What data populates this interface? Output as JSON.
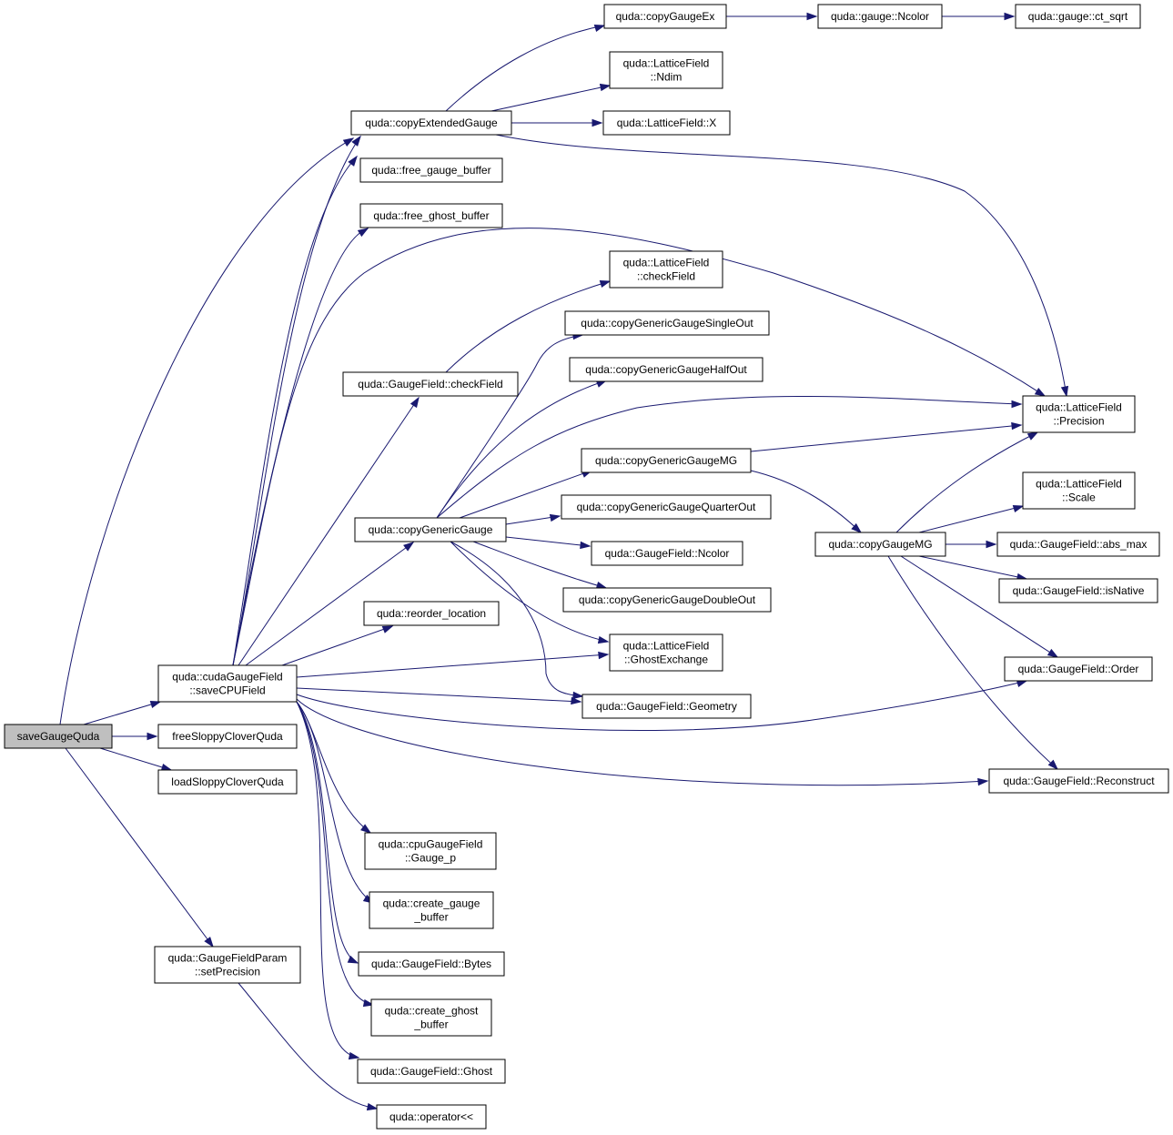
{
  "colors": {
    "edge": "#191970",
    "root_fill": "#bfbfbf",
    "node_fill": "#ffffff",
    "border": "#000000"
  },
  "nodes": {
    "saveGaugeQuda": [
      "saveGaugeQuda"
    ],
    "saveCPUField": [
      "quda::cudaGaugeField",
      "::saveCPUField"
    ],
    "freeSloppyCloverQuda": [
      "freeSloppyCloverQuda"
    ],
    "loadSloppyCloverQuda": [
      "loadSloppyCloverQuda"
    ],
    "setPrecision": [
      "quda::GaugeFieldParam",
      "::setPrecision"
    ],
    "copyExtendedGauge": [
      "quda::copyExtendedGauge"
    ],
    "free_gauge_buffer": [
      "quda::free_gauge_buffer"
    ],
    "free_ghost_buffer": [
      "quda::free_ghost_buffer"
    ],
    "gf_checkField": [
      "quda::GaugeField::checkField"
    ],
    "copyGenericGauge": [
      "quda::copyGenericGauge"
    ],
    "reorder_location": [
      "quda::reorder_location"
    ],
    "cpu_gauge_p": [
      "quda::cpuGaugeField",
      "::Gauge_p"
    ],
    "create_gauge_buffer": [
      "quda::create_gauge",
      "_buffer"
    ],
    "gf_bytes": [
      "quda::GaugeField::Bytes"
    ],
    "create_ghost_buffer": [
      "quda::create_ghost",
      "_buffer"
    ],
    "gf_ghost": [
      "quda::GaugeField::Ghost"
    ],
    "operator_ll": [
      "quda::operator<<"
    ],
    "copyGaugeEx": [
      "quda::copyGaugeEx"
    ],
    "lf_ndim": [
      "quda::LatticeField",
      "::Ndim"
    ],
    "lf_x": [
      "quda::LatticeField::X"
    ],
    "lf_checkField": [
      "quda::LatticeField",
      "::checkField"
    ],
    "cgg_single": [
      "quda::copyGenericGaugeSingleOut"
    ],
    "cgg_half": [
      "quda::copyGenericGaugeHalfOut"
    ],
    "cgg_mg": [
      "quda::copyGenericGaugeMG"
    ],
    "cgg_quarter": [
      "quda::copyGenericGaugeQuarterOut"
    ],
    "gf_ncolor": [
      "quda::GaugeField::Ncolor"
    ],
    "cgg_double": [
      "quda::copyGenericGaugeDoubleOut"
    ],
    "lf_ghostexchange": [
      "quda::LatticeField",
      "::GhostExchange"
    ],
    "gf_geometry": [
      "quda::GaugeField::Geometry"
    ],
    "gauge_ncolor": [
      "quda::gauge::Ncolor"
    ],
    "gauge_ct_sqrt": [
      "quda::gauge::ct_sqrt"
    ],
    "lf_precision": [
      "quda::LatticeField",
      "::Precision"
    ],
    "copyGaugeMG": [
      "quda::copyGaugeMG"
    ],
    "lf_scale": [
      "quda::LatticeField",
      "::Scale"
    ],
    "gf_abs_max": [
      "quda::GaugeField::abs_max"
    ],
    "gf_isnative": [
      "quda::GaugeField::isNative"
    ],
    "gf_order": [
      "quda::GaugeField::Order"
    ],
    "gf_reconstruct": [
      "quda::GaugeField::Reconstruct"
    ]
  }
}
